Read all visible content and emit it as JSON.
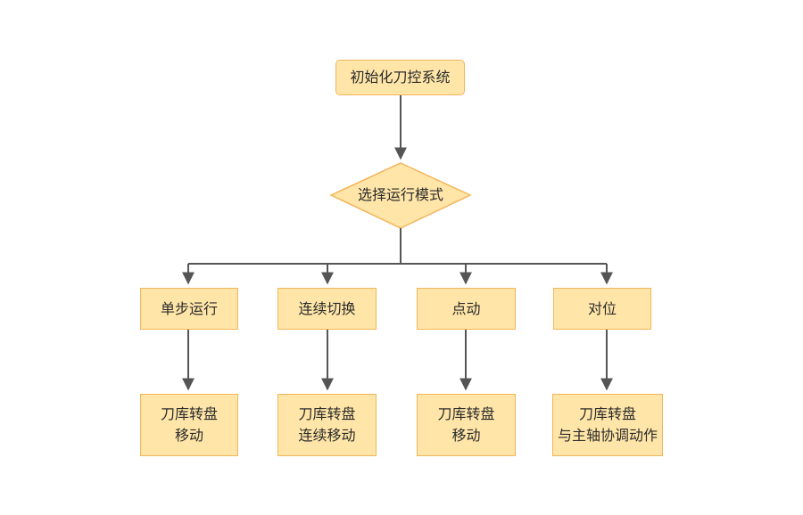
{
  "colors": {
    "node_fill": "#FFE6A8",
    "node_border": "#F5B45A",
    "connector": "#555555"
  },
  "nodes": {
    "init": "初始化刀控系统",
    "select_mode": "选择运行模式",
    "mode_single_step": "单步运行",
    "mode_continuous": "连续切换",
    "mode_jog": "点动",
    "mode_align": "对位",
    "action_single_step": [
      "刀库转盘",
      "移动"
    ],
    "action_continuous": [
      "刀库转盘",
      "连续移动"
    ],
    "action_jog": [
      "刀库转盘",
      "移动"
    ],
    "action_align": [
      "刀库转盘",
      "与主轴协调动作"
    ]
  }
}
